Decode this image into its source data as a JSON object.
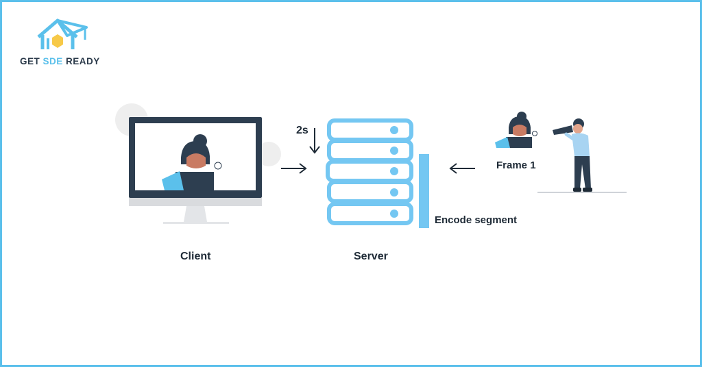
{
  "brand": {
    "name_part1": "GET ",
    "name_part2": "SDE",
    "name_part3": " READY",
    "icon": "house-graduation-cap-icon",
    "accent_color": "#5bc0eb",
    "dark_color": "#2b3a4a"
  },
  "diagram": {
    "client_label": "Client",
    "server_label": "Server",
    "interval_label": "2s",
    "frame_label": "Frame 1",
    "encode_label": "Encode segment"
  },
  "colors": {
    "border": "#5bc0eb",
    "server": "#74c7f2",
    "monitor": "#2d3e50",
    "arrow": "#1e2a36"
  }
}
